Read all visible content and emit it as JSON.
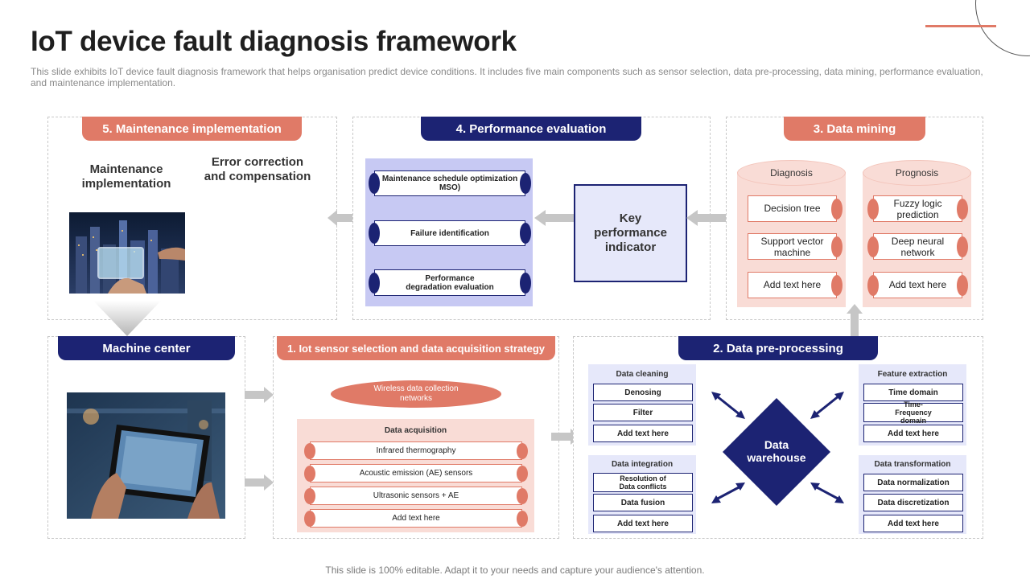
{
  "title": "IoT device fault diagnosis framework",
  "subtitle": "This slide exhibits IoT device fault diagnosis framework that helps organisation predict device conditions. It includes five main components such as sensor selection, data pre-processing, data mining, performance evaluation, and maintenance implementation.",
  "footer": "This slide is 100% editable. Adapt it to your needs and capture your audience's attention.",
  "colors": {
    "coral": "#e07a67",
    "navy": "#1c2373",
    "lavender": "#c7c9f3",
    "pink": "#f9dcd6",
    "lightblue": "#e6e8fa"
  },
  "maintenance": {
    "header": "5. Maintenance implementation",
    "label_left": "Maintenance implementation",
    "label_right": "Error correction and compensation"
  },
  "performance": {
    "header": "4. Performance evaluation",
    "items": [
      "Maintenance schedule optimization MSO)",
      "Failure identification",
      "Performance degradation evaluation"
    ],
    "kpi": "Key performance indicator"
  },
  "mining": {
    "header": "3. Data mining",
    "diagnosis": {
      "title": "Diagnosis",
      "items": [
        "Decision tree",
        "Support vector machine",
        "Add text here"
      ]
    },
    "prognosis": {
      "title": "Prognosis",
      "items": [
        "Fuzzy logic prediction",
        "Deep neural network",
        "Add text here"
      ]
    }
  },
  "machine": {
    "header": "Machine center"
  },
  "sensor": {
    "header": "1. Iot sensor selection and data acquisition strategy",
    "oval": "Wireless data collection networks",
    "acq_title": "Data acquisition",
    "items": [
      "Infrared thermography",
      "Acoustic emission (AE) sensors",
      "Ultrasonic sensors + AE",
      "Add text here"
    ]
  },
  "preprocessing": {
    "header": "2. Data pre-processing",
    "center": "Data warehouse",
    "cleaning": {
      "title": "Data cleaning",
      "items": [
        "Denosing",
        "Filter",
        "Add text here"
      ]
    },
    "integration": {
      "title": "Data integration",
      "items": [
        "Resolution of Data conflicts",
        "Data fusion",
        "Add text here"
      ]
    },
    "feature": {
      "title": "Feature extraction",
      "items": [
        "Time domain",
        "Time- Frequency domain",
        "Add text here"
      ]
    },
    "transformation": {
      "title": "Data transformation",
      "items": [
        "Data normalization",
        "Data discretization",
        "Add text here"
      ]
    }
  }
}
